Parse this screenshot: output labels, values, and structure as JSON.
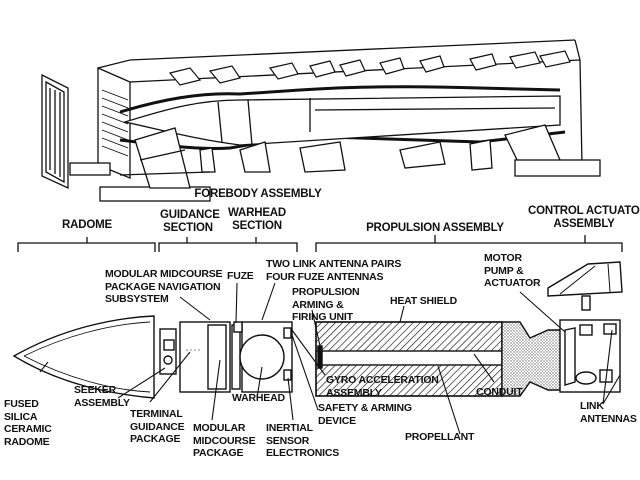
{
  "diagram": {
    "subject": "Missile canister and exploded missile assembly",
    "colors": {
      "ink": "#111111",
      "background": "#ffffff",
      "stipple": "#888888"
    },
    "section_headers": {
      "radome": "RADOME",
      "forebody": "FOREBODY ASSEMBLY",
      "guidance_section": "GUIDANCE\nSECTION",
      "warhead_section": "WARHEAD\nSECTION",
      "propulsion": "PROPULSION ASSEMBLY",
      "control_actuator": "CONTROL ACTUATOR\nASSEMBLY"
    },
    "callouts": {
      "modular_midcourse_nav": "MODULAR MIDCOURSE\nPACKAGE NAVIGATION\nSUBSYSTEM",
      "fuze": "FUZE",
      "two_link_antenna": "TWO LINK ANTENNA PAIRS\nFOUR FUZE ANTENNAS",
      "propulsion_arming": "PROPULSION\nARMING &\nFIRING UNIT",
      "heat_shield": "HEAT SHIELD",
      "motor_pump": "MOTOR\nPUMP &\nACTUATOR",
      "fused_silica": "FUSED\nSILICA\nCERAMIC\nRADOME",
      "seeker": "SEEKER\nASSEMBLY",
      "terminal_guidance": "TERMINAL\nGUIDANCE\nPACKAGE",
      "modular_midcourse_pkg": "MODULAR\nMIDCOURSE\nPACKAGE",
      "warhead": "WARHEAD",
      "inertial_sensor": "INERTIAL\nSENSOR\nELECTRONICS",
      "gyro": "GYRO ACCELERATION\nASSEMBLY",
      "safety_arming": "SAFETY & ARMING\nDEVICE",
      "propellant": "PROPELLANT",
      "conduit": "CONDUIT",
      "link_antennas": "LINK\nANTENNAS"
    }
  }
}
